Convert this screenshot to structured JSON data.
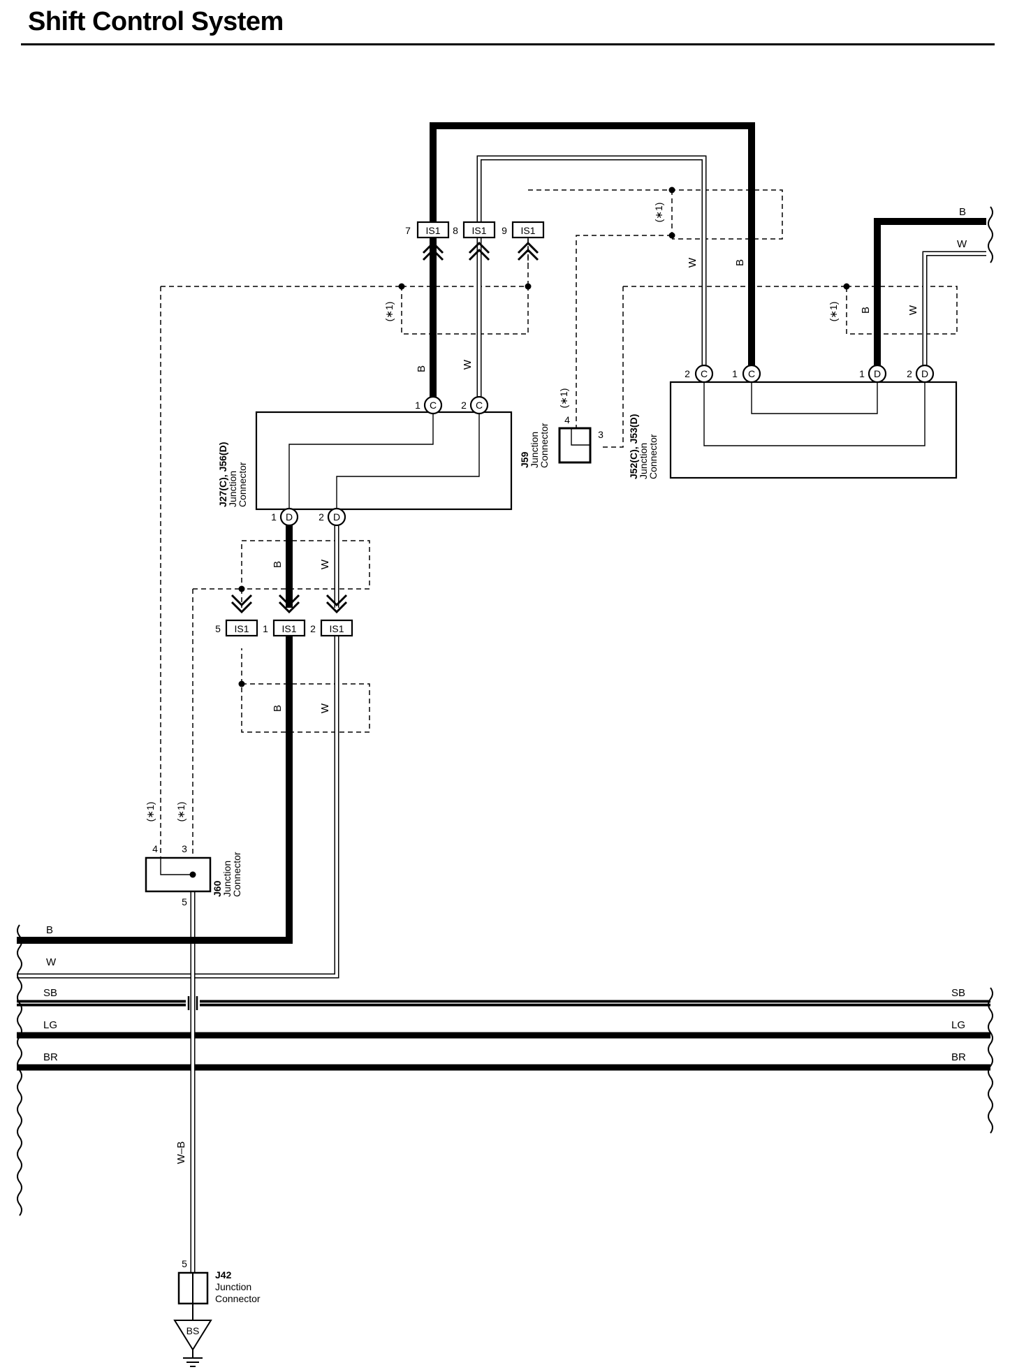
{
  "title": "Shift Control System",
  "wire_colors": {
    "B": "B",
    "W": "W",
    "SB": "SB",
    "LG": "LG",
    "BR": "BR",
    "WB": "W–B"
  },
  "note_mark": "(∗1)",
  "inline_connector": "IS1",
  "inline_pins": {
    "p7": "7",
    "p8": "8",
    "p9": "9",
    "p5": "5",
    "p1": "1",
    "p2": "2"
  },
  "pin_letters": {
    "C": "C",
    "D": "D"
  },
  "pin_nums": {
    "n1": "1",
    "n2": "2",
    "n3": "3",
    "n4": "4",
    "n5": "5"
  },
  "junction_label": "Junction",
  "connector_label": "Connector",
  "connectors": {
    "j59": "J59",
    "j27_56": "J27(C), J56(D)",
    "j52_53": "J52(C), J53(D)",
    "j60": "J60",
    "j42": "J42"
  },
  "ground": "BS"
}
